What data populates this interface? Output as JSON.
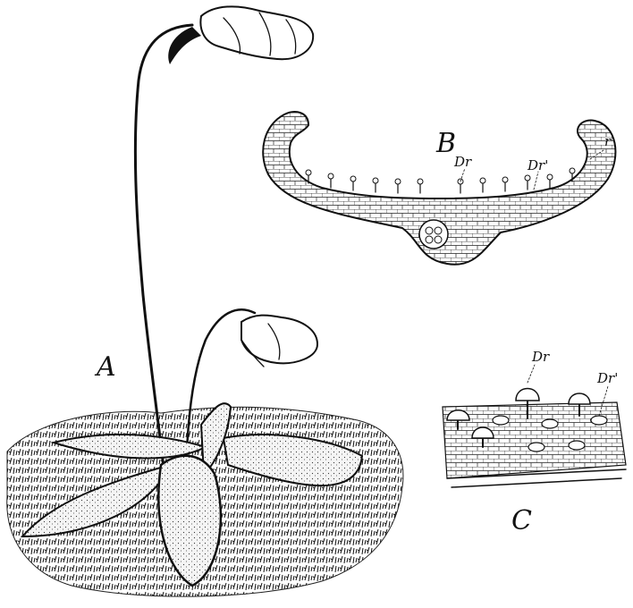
{
  "figure": {
    "panels": {
      "A": {
        "label": "A"
      },
      "B": {
        "label": "B",
        "callouts": {
          "r": "r",
          "dr": "Dr",
          "dr_prime": "Dr'"
        }
      },
      "C": {
        "label": "C",
        "callouts": {
          "dr": "Dr",
          "dr_prime": "Dr'"
        }
      }
    }
  }
}
